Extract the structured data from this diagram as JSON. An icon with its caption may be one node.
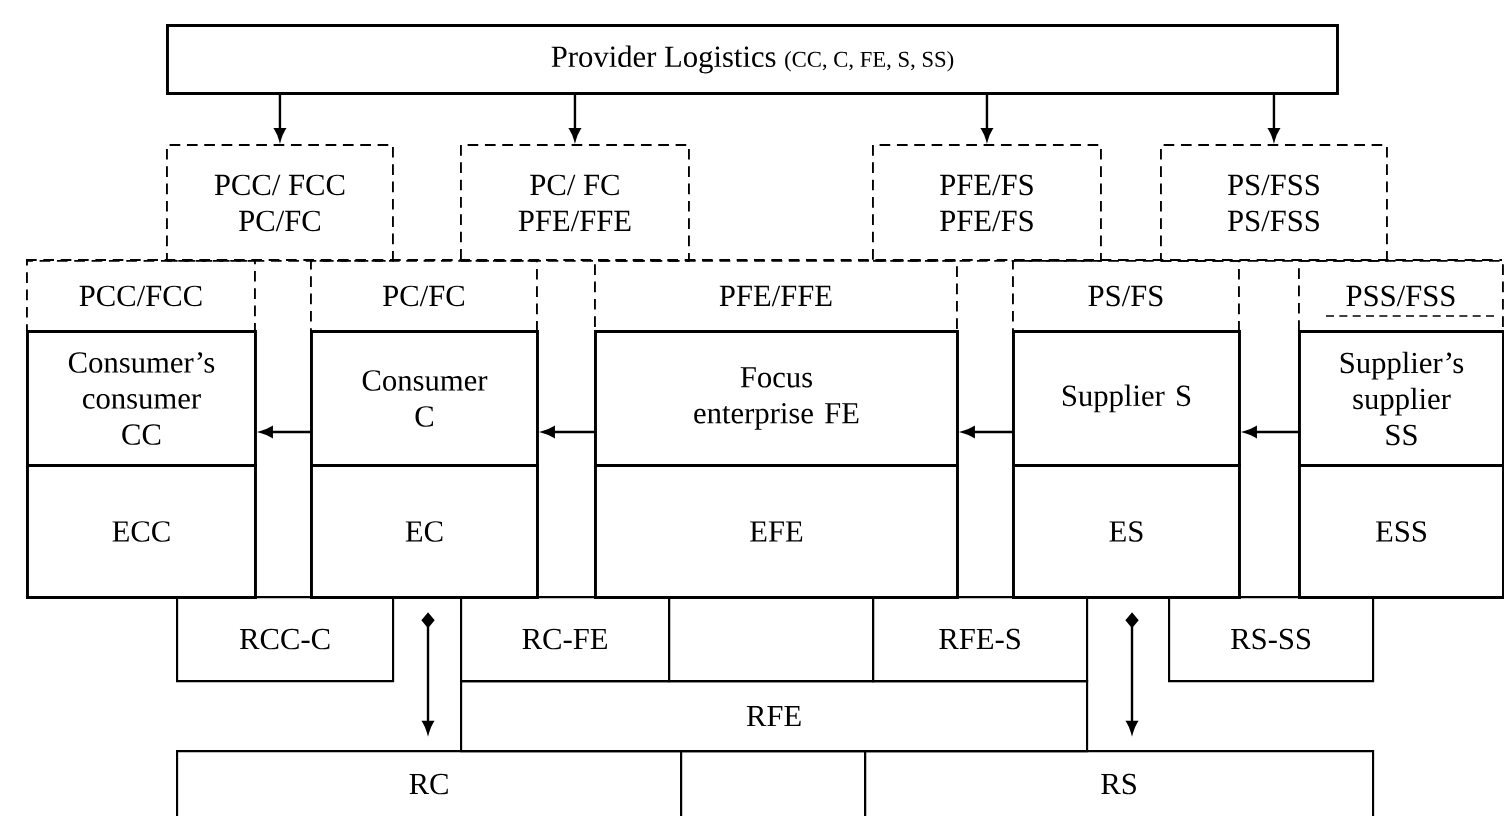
{
  "diagram": {
    "nodes": [
      {
        "text": [
          "Provider Logistics",
          "(CC, C, FE, S, SS)"
        ]
      },
      {
        "text": [
          "PCC/ FCC",
          "PC/FC"
        ]
      },
      {
        "text": [
          "PC/ FC",
          "PFE/FFE"
        ]
      },
      {
        "text": [
          "PFE/FS",
          "PFE/FS"
        ]
      },
      {
        "text": [
          "PS/FSS",
          "PS/FSS"
        ]
      },
      {
        "text": [
          "PCC/FCC"
        ]
      },
      {
        "text": [
          "PC/FC"
        ]
      },
      {
        "text": [
          "PFE/FFE"
        ]
      },
      {
        "text": [
          "PS/FS"
        ]
      },
      {
        "text": [
          "PSS/FSS"
        ]
      },
      {
        "text": [
          "Consumer’s consumer CC"
        ]
      },
      {
        "text": [
          "Consumer C"
        ]
      },
      {
        "text": [
          "Focus enterprise FE"
        ]
      },
      {
        "text": [
          "Supplier S"
        ]
      },
      {
        "text": [
          "Supplier’s supplier SS"
        ]
      },
      {
        "text": [
          "ECC"
        ]
      },
      {
        "text": [
          "EC"
        ]
      },
      {
        "text": [
          "EFE"
        ]
      },
      {
        "text": [
          "ES"
        ]
      },
      {
        "text": [
          "ESS"
        ]
      },
      {
        "text": [
          "RCC-C"
        ]
      },
      {
        "text": [
          "RC-FE"
        ]
      },
      {
        "text": [],
        "shape": "box"
      },
      {
        "text": [
          "RFE-S"
        ]
      },
      {
        "text": [
          "RS-SS"
        ]
      },
      {
        "text": [
          "RFE"
        ]
      },
      {
        "text": [
          "RC"
        ]
      },
      {
        "text": [],
        "shape": "box"
      },
      {
        "text": [
          "RS"
        ]
      }
    ],
    "edges": [
      {
        "from": 0,
        "to": 1,
        "arrow": "to"
      },
      {
        "from": 0,
        "to": 2,
        "arrow": "to"
      },
      {
        "from": 0,
        "to": 3,
        "arrow": "to"
      },
      {
        "from": 0,
        "to": 4,
        "arrow": "to"
      },
      {
        "from": 11,
        "to": 10,
        "arrow": "to"
      },
      {
        "from": 12,
        "to": 11,
        "arrow": "to"
      },
      {
        "from": 13,
        "to": 12,
        "arrow": "to"
      },
      {
        "from": 14,
        "to": 13,
        "arrow": "to"
      },
      {
        "from": 16,
        "to": 26,
        "arrow": "to"
      },
      {
        "from": 18,
        "to": 28,
        "arrow": "to"
      }
    ]
  }
}
